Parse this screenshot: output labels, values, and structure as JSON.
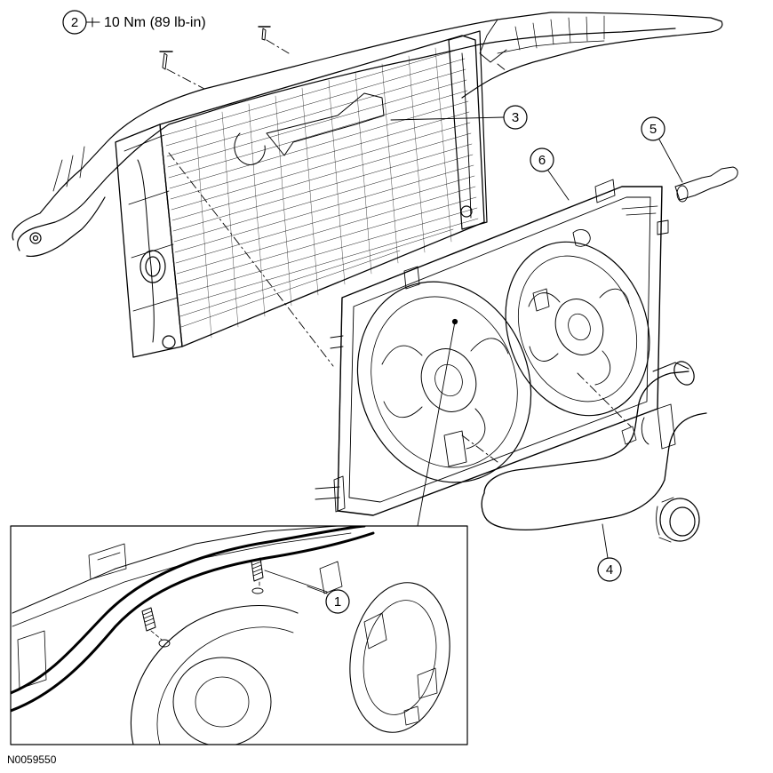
{
  "figure_id": "N0059550",
  "torque_spec": "10 Nm (89 lb-in)",
  "callouts": [
    {
      "number": "1"
    },
    {
      "number": "2"
    },
    {
      "number": "3"
    },
    {
      "number": "4"
    },
    {
      "number": "5"
    },
    {
      "number": "6"
    }
  ]
}
